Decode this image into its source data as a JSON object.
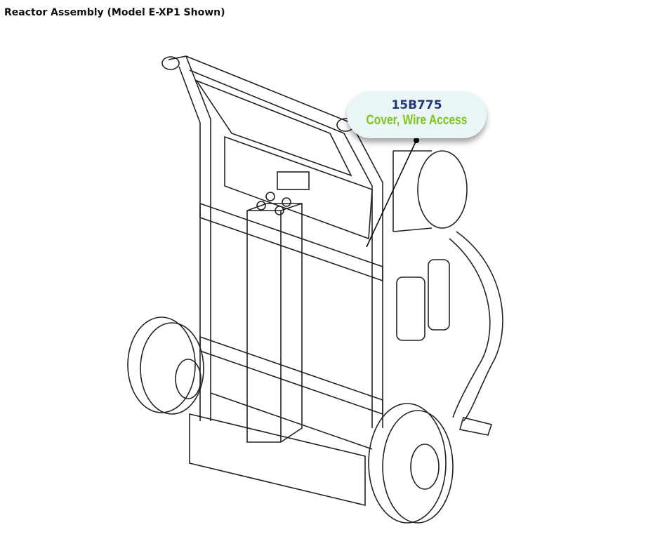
{
  "title": "Reactor Assembly (Model E-XP1 Shown)",
  "callout": {
    "part_number": "15B775",
    "description": "Cover, Wire Access"
  },
  "colors": {
    "part_number": "#22367a",
    "description": "#7ec41c",
    "callout_bg": "#eaf5f6"
  }
}
